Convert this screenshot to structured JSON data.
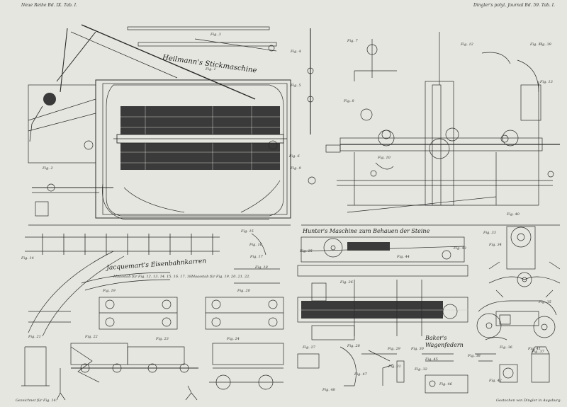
{
  "header": {
    "left": "Neue Reihe Bd. IX. Tab. I.",
    "right": "Dingler's polyt. Journal Bd. 59. Tab. I."
  },
  "titles": {
    "heilmann": "Heilmann's Stickmaschine",
    "jacquemart": "Jacquemart's Eisenbahnkarren",
    "hunter": "Hunter's Maschine zum Behauen der Steine",
    "baker": "Baker's Wagenfedern"
  },
  "scales": {
    "a": "Maasstab für Fig. 12. 13. 14. 15. 16. 17. 18.",
    "b": "Maasstab für Fig. 19. 20. 21. 22."
  },
  "figures": [
    "Fig. 1",
    "Fig. 2",
    "Fig. 3",
    "Fig. 4",
    "Fig. 5",
    "Fig. 6",
    "Fig. 7",
    "Fig. 8",
    "Fig. 9",
    "Fig. 10",
    "Fig. 11",
    "Fig. 12",
    "Fig. 13",
    "Fig. 14",
    "Fig. 15",
    "Fig. 16",
    "Fig. 17",
    "Fig. 18",
    "Fig. 19",
    "Fig. 20",
    "Fig. 21",
    "Fig. 22",
    "Fig. 23",
    "Fig. 24",
    "Fig. 25",
    "Fig. 26",
    "Fig. 27",
    "Fig. 28",
    "Fig. 29",
    "Fig. 30",
    "Fig. 31",
    "Fig. 32",
    "Fig. 33",
    "Fig. 34",
    "Fig. 35",
    "Fig. 36",
    "Fig. 37",
    "Fig. 38",
    "Fig. 39",
    "Fig. 40",
    "Fig. 41",
    "Fig. 42",
    "Fig. 43",
    "Fig. 44",
    "Fig. 45",
    "Fig. 46",
    "Fig. 47",
    "Fig. 48"
  ],
  "footer": {
    "left": "Gezeichnet für Fig. 14.",
    "right": "Gestochen von Dingler in Augsburg."
  },
  "colors": {
    "paper": "#e6e6e0",
    "ink": "#2a2a2a",
    "dark_fill": "#3a3a3a"
  }
}
